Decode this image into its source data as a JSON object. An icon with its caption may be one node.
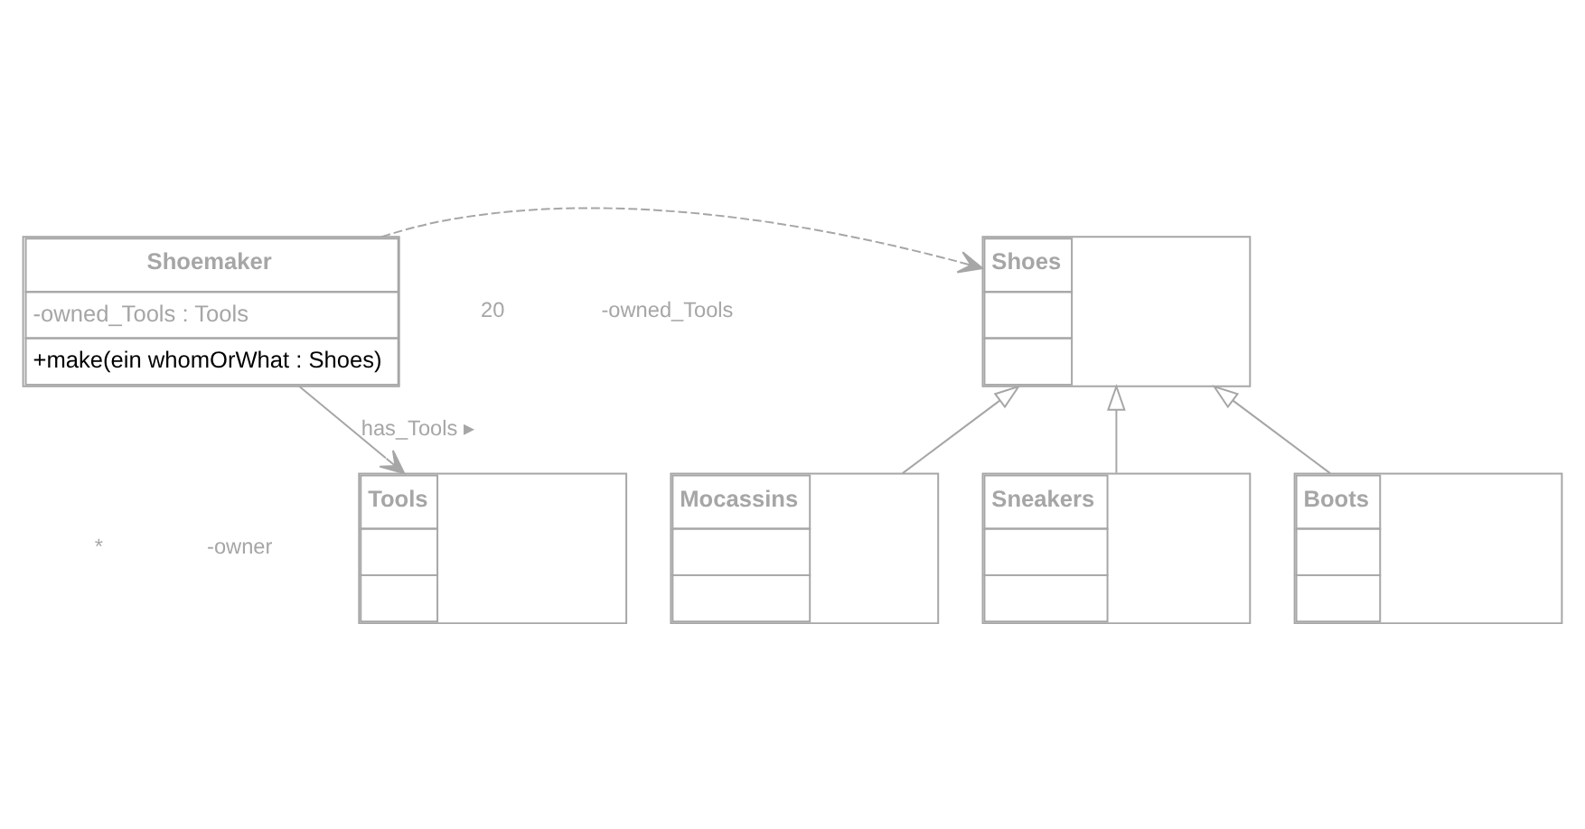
{
  "diagram": {
    "nodes": [
      {
        "text": [
          "Shoemaker",
          "-owned_Tools : Tools",
          "+make(ein whomOrWhat : Shoes)"
        ]
      },
      {
        "text": [
          "Shoes"
        ]
      },
      {
        "text": [
          "Tools"
        ]
      },
      {
        "text": [
          "Mocassins"
        ]
      },
      {
        "text": [
          "Sneakers"
        ]
      },
      {
        "text": [
          "Boots"
        ]
      }
    ],
    "edges": [
      {
        "from": 0,
        "to": 1,
        "arrow": "to",
        "style": "dashed"
      },
      {
        "from": 0,
        "to": 2,
        "arrow": "to",
        "label": "has_Tools ▸"
      },
      {
        "from": 3,
        "to": 1,
        "arrow": "to"
      },
      {
        "from": 4,
        "to": 1,
        "arrow": "to"
      },
      {
        "from": 5,
        "to": 1,
        "arrow": "to"
      }
    ],
    "labels": [
      "*",
      "-owner",
      "20",
      "-owned_Tools"
    ]
  }
}
